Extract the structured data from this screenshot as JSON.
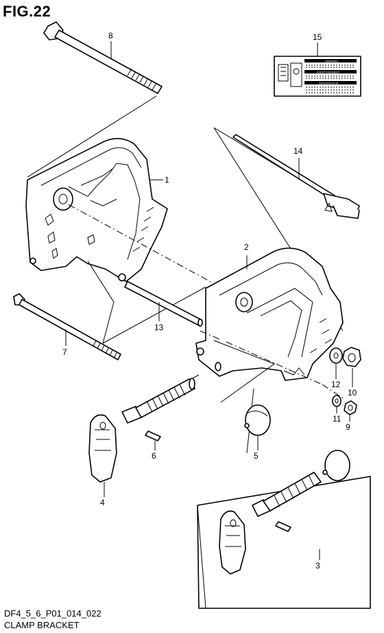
{
  "header": {
    "figure_title": "FIG.22"
  },
  "footer": {
    "drawing_code": "DF4_5_6_P01_014_022",
    "assembly_name": "CLAMP BRACKET"
  },
  "callouts": [
    "1",
    "2",
    "3",
    "4",
    "5",
    "6",
    "7",
    "8",
    "9",
    "10",
    "11",
    "12",
    "13",
    "14",
    "15"
  ],
  "label_text": {
    "warning": "WARNING",
    "avertissement": "AVERTISSEMENT",
    "advertencia": "ADVERTENCIA"
  }
}
